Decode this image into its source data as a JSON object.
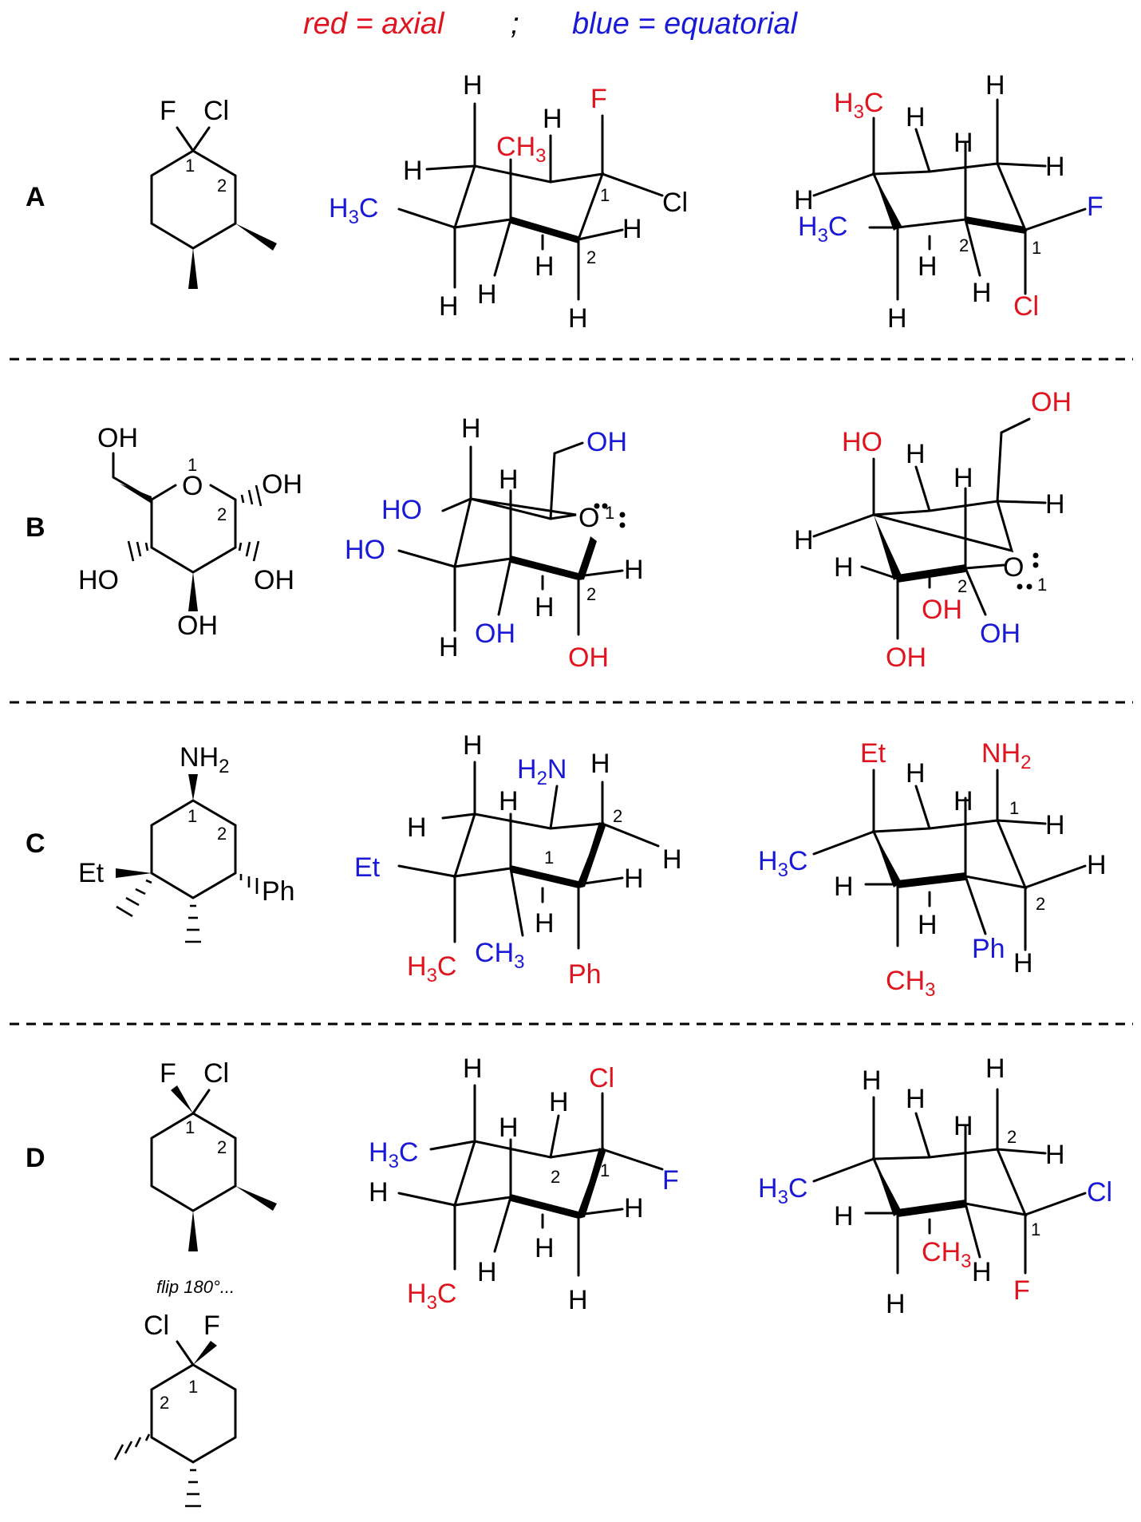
{
  "legend": {
    "axial": "red = axial",
    "separator": ";",
    "equatorial": "blue = equatorial"
  },
  "colors": {
    "axial": "#e0141e",
    "equatorial": "#1a1ad6",
    "default": "#000000"
  },
  "rows": [
    {
      "label": "A",
      "skeletal": [
        {
          "text": "F",
          "color": "default"
        },
        {
          "text": "Cl",
          "color": "default"
        },
        {
          "text": "1",
          "color": "default"
        },
        {
          "text": "2",
          "color": "default"
        }
      ],
      "chair1": [
        {
          "text": "H",
          "color": "default"
        },
        {
          "text": "F",
          "color": "axial"
        },
        {
          "text": "H",
          "color": "default"
        },
        {
          "text": "CH₃",
          "color": "axial"
        },
        {
          "text": "H",
          "color": "default"
        },
        {
          "text": "H₃C",
          "color": "equatorial"
        },
        {
          "text": "Cl",
          "color": "default"
        },
        {
          "text": "H",
          "color": "default"
        },
        {
          "text": "H",
          "color": "default"
        },
        {
          "text": "H",
          "color": "default"
        },
        {
          "text": "H",
          "color": "default"
        },
        {
          "text": "H",
          "color": "default"
        },
        {
          "text": "1",
          "color": "default"
        },
        {
          "text": "2",
          "color": "default"
        }
      ],
      "chair2": [
        {
          "text": "H₃C",
          "color": "axial"
        },
        {
          "text": "H",
          "color": "default"
        },
        {
          "text": "H",
          "color": "default"
        },
        {
          "text": "H",
          "color": "default"
        },
        {
          "text": "H",
          "color": "default"
        },
        {
          "text": "H",
          "color": "default"
        },
        {
          "text": "F",
          "color": "equatorial"
        },
        {
          "text": "H₃C",
          "color": "equatorial"
        },
        {
          "text": "H",
          "color": "default"
        },
        {
          "text": "H",
          "color": "default"
        },
        {
          "text": "Cl",
          "color": "axial"
        },
        {
          "text": "H",
          "color": "default"
        },
        {
          "text": "1",
          "color": "default"
        },
        {
          "text": "2",
          "color": "default"
        }
      ]
    },
    {
      "label": "B",
      "skeletal": [
        {
          "text": "OH",
          "color": "default"
        },
        {
          "text": "O",
          "color": "default"
        },
        {
          "text": "1",
          "color": "default"
        },
        {
          "text": "OH",
          "color": "default"
        },
        {
          "text": "2",
          "color": "default"
        },
        {
          "text": "HO",
          "color": "default"
        },
        {
          "text": "OH",
          "color": "default"
        },
        {
          "text": "OH",
          "color": "default"
        }
      ],
      "chair1": [
        {
          "text": "H",
          "color": "default"
        },
        {
          "text": "OH",
          "color": "equatorial"
        },
        {
          "text": "HO",
          "color": "equatorial"
        },
        {
          "text": "H",
          "color": "default"
        },
        {
          "text": "O",
          "color": "default"
        },
        {
          "text": "1",
          "color": "default"
        },
        {
          "text": "HO",
          "color": "equatorial"
        },
        {
          "text": "H",
          "color": "default"
        },
        {
          "text": "2",
          "color": "default"
        },
        {
          "text": "H",
          "color": "default"
        },
        {
          "text": "OH",
          "color": "equatorial"
        },
        {
          "text": "H",
          "color": "default"
        },
        {
          "text": "OH",
          "color": "axial"
        }
      ],
      "chair2": [
        {
          "text": "OH",
          "color": "axial"
        },
        {
          "text": "HO",
          "color": "axial"
        },
        {
          "text": "H",
          "color": "default"
        },
        {
          "text": "H",
          "color": "default"
        },
        {
          "text": "H",
          "color": "default"
        },
        {
          "text": "H",
          "color": "default"
        },
        {
          "text": "H",
          "color": "default"
        },
        {
          "text": "O",
          "color": "default"
        },
        {
          "text": "1",
          "color": "default"
        },
        {
          "text": "2",
          "color": "default"
        },
        {
          "text": "OH",
          "color": "axial"
        },
        {
          "text": "OH",
          "color": "equatorial"
        },
        {
          "text": "OH",
          "color": "axial"
        }
      ]
    },
    {
      "label": "C",
      "skeletal": [
        {
          "text": "NH₂",
          "color": "default"
        },
        {
          "text": "1",
          "color": "default"
        },
        {
          "text": "2",
          "color": "default"
        },
        {
          "text": "Et",
          "color": "default"
        },
        {
          "text": "Ph",
          "color": "default"
        }
      ],
      "chair1": [
        {
          "text": "H",
          "color": "default"
        },
        {
          "text": "H₂N",
          "color": "equatorial"
        },
        {
          "text": "H",
          "color": "default"
        },
        {
          "text": "H",
          "color": "default"
        },
        {
          "text": "2",
          "color": "default"
        },
        {
          "text": "H",
          "color": "default"
        },
        {
          "text": "1",
          "color": "default"
        },
        {
          "text": "H",
          "color": "default"
        },
        {
          "text": "Et",
          "color": "equatorial"
        },
        {
          "text": "H",
          "color": "default"
        },
        {
          "text": "H",
          "color": "default"
        },
        {
          "text": "H₃C",
          "color": "axial"
        },
        {
          "text": "CH₃",
          "color": "equatorial"
        },
        {
          "text": "Ph",
          "color": "axial"
        }
      ],
      "chair2": [
        {
          "text": "Et",
          "color": "axial"
        },
        {
          "text": "NH₂",
          "color": "axial"
        },
        {
          "text": "H",
          "color": "default"
        },
        {
          "text": "H",
          "color": "default"
        },
        {
          "text": "1",
          "color": "default"
        },
        {
          "text": "H",
          "color": "default"
        },
        {
          "text": "H₃C",
          "color": "equatorial"
        },
        {
          "text": "H",
          "color": "default"
        },
        {
          "text": "H",
          "color": "default"
        },
        {
          "text": "2",
          "color": "default"
        },
        {
          "text": "H",
          "color": "default"
        },
        {
          "text": "Ph",
          "color": "equatorial"
        },
        {
          "text": "H",
          "color": "default"
        },
        {
          "text": "CH₃",
          "color": "axial"
        }
      ]
    },
    {
      "label": "D",
      "skeletal": [
        {
          "text": "F",
          "color": "default"
        },
        {
          "text": "Cl",
          "color": "default"
        },
        {
          "text": "1",
          "color": "default"
        },
        {
          "text": "2",
          "color": "default"
        }
      ],
      "note": "flip 180°...",
      "skeletal_flipped": [
        {
          "text": "Cl",
          "color": "default"
        },
        {
          "text": "F",
          "color": "default"
        },
        {
          "text": "1",
          "color": "default"
        },
        {
          "text": "2",
          "color": "default"
        }
      ],
      "chair1": [
        {
          "text": "H",
          "color": "default"
        },
        {
          "text": "Cl",
          "color": "axial"
        },
        {
          "text": "H",
          "color": "default"
        },
        {
          "text": "H",
          "color": "default"
        },
        {
          "text": "H₃C",
          "color": "equatorial"
        },
        {
          "text": "H",
          "color": "default"
        },
        {
          "text": "2",
          "color": "default"
        },
        {
          "text": "1",
          "color": "default"
        },
        {
          "text": "F",
          "color": "equatorial"
        },
        {
          "text": "H",
          "color": "default"
        },
        {
          "text": "H",
          "color": "default"
        },
        {
          "text": "H",
          "color": "default"
        },
        {
          "text": "H₃C",
          "color": "axial"
        },
        {
          "text": "H",
          "color": "default"
        }
      ],
      "chair2": [
        {
          "text": "H",
          "color": "default"
        },
        {
          "text": "H",
          "color": "default"
        },
        {
          "text": "H",
          "color": "default"
        },
        {
          "text": "H",
          "color": "default"
        },
        {
          "text": "2",
          "color": "default"
        },
        {
          "text": "H",
          "color": "default"
        },
        {
          "text": "H₃C",
          "color": "equatorial"
        },
        {
          "text": "Cl",
          "color": "equatorial"
        },
        {
          "text": "H",
          "color": "default"
        },
        {
          "text": "1",
          "color": "default"
        },
        {
          "text": "CH₃",
          "color": "axial"
        },
        {
          "text": "H",
          "color": "default"
        },
        {
          "text": "F",
          "color": "axial"
        },
        {
          "text": "H",
          "color": "default"
        }
      ]
    }
  ]
}
